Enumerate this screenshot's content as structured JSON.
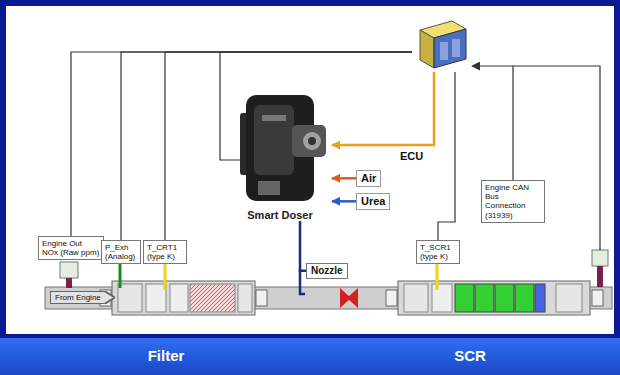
{
  "diagram": {
    "nodes": [
      {
        "text": [
          "Engine Out NOx (Raw ppm)"
        ]
      },
      {
        "text": [
          "P_Exh (Analog)"
        ]
      },
      {
        "text": [
          "T_CRT1 (type K)"
        ]
      },
      {
        "text": [
          "ECU"
        ]
      },
      {
        "text": [
          "Smart Doser"
        ]
      },
      {
        "text": [
          "Air"
        ]
      },
      {
        "text": [
          "Urea"
        ]
      },
      {
        "text": [
          "Nozzle"
        ]
      },
      {
        "text": [
          "Engine CAN Bus Connection (31939)"
        ]
      },
      {
        "text": [
          "T_SCR1 (type K)"
        ]
      },
      {
        "text": [
          "From Engine"
        ]
      }
    ],
    "edges": [
      {
        "from": 0,
        "to": 3,
        "arrow": "none"
      },
      {
        "from": 1,
        "to": 3,
        "arrow": "none"
      },
      {
        "from": 2,
        "to": 3,
        "arrow": "none"
      },
      {
        "from": 4,
        "to": 3,
        "arrow": "none"
      },
      {
        "from": 3,
        "to": 4,
        "arrow": "to"
      },
      {
        "from": 5,
        "to": 4,
        "arrow": "to"
      },
      {
        "from": 6,
        "to": 4,
        "arrow": "to"
      },
      {
        "from": 4,
        "to": 7,
        "arrow": "none"
      },
      {
        "from": 8,
        "to": 3,
        "arrow": "to"
      },
      {
        "from": 9,
        "to": 3,
        "arrow": "none"
      }
    ],
    "labels": [
      "Filter",
      "SCR"
    ]
  }
}
